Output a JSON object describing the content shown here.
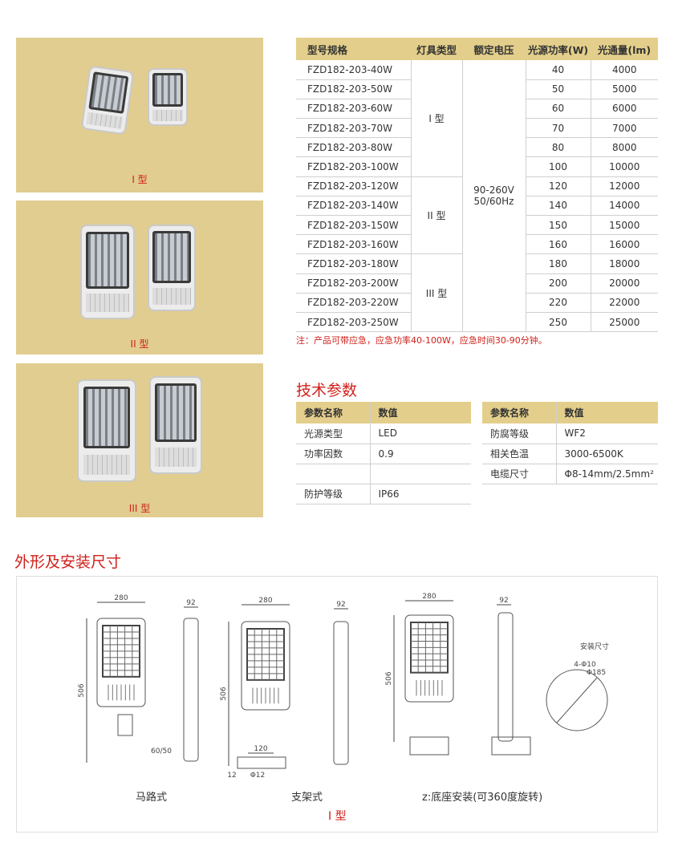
{
  "panels": [
    {
      "caption": "I 型"
    },
    {
      "caption": "II 型"
    },
    {
      "caption": "III 型"
    }
  ],
  "spec_table": {
    "headers": [
      "型号规格",
      "灯具类型",
      "额定电压",
      "光源功率(W)",
      "光通量(lm)"
    ],
    "voltage": [
      "90-260V",
      "50/60Hz"
    ],
    "groups": [
      {
        "type": "I 型",
        "span": 6
      },
      {
        "type": "II 型",
        "span": 4
      },
      {
        "type": "III 型",
        "span": 4
      }
    ],
    "rows": [
      {
        "model": "FZD182-203-40W",
        "power": "40",
        "flux": "4000"
      },
      {
        "model": "FZD182-203-50W",
        "power": "50",
        "flux": "5000"
      },
      {
        "model": "FZD182-203-60W",
        "power": "60",
        "flux": "6000"
      },
      {
        "model": "FZD182-203-70W",
        "power": "70",
        "flux": "7000"
      },
      {
        "model": "FZD182-203-80W",
        "power": "80",
        "flux": "8000"
      },
      {
        "model": "FZD182-203-100W",
        "power": "100",
        "flux": "10000"
      },
      {
        "model": "FZD182-203-120W",
        "power": "120",
        "flux": "12000"
      },
      {
        "model": "FZD182-203-140W",
        "power": "140",
        "flux": "14000"
      },
      {
        "model": "FZD182-203-150W",
        "power": "150",
        "flux": "15000"
      },
      {
        "model": "FZD182-203-160W",
        "power": "160",
        "flux": "16000"
      },
      {
        "model": "FZD182-203-180W",
        "power": "180",
        "flux": "18000"
      },
      {
        "model": "FZD182-203-200W",
        "power": "200",
        "flux": "20000"
      },
      {
        "model": "FZD182-203-220W",
        "power": "220",
        "flux": "22000"
      },
      {
        "model": "FZD182-203-250W",
        "power": "250",
        "flux": "25000"
      }
    ],
    "note": "注：产品可带应急，应急功率40-100W，应急时间30-90分钟。"
  },
  "tech": {
    "title": "技术参数",
    "headers": [
      "参数名称",
      "数值"
    ],
    "left": [
      [
        "光源类型",
        "LED"
      ],
      [
        "功率因数",
        "0.9"
      ],
      [
        "",
        ""
      ],
      [
        "防护等级",
        "IP66"
      ]
    ],
    "right": [
      [
        "防腐等级",
        "WF2"
      ],
      [
        "相关色温",
        "3000-6500K"
      ],
      [
        "电缆尺寸",
        "Φ8-14mm/2.5mm²"
      ]
    ]
  },
  "dims": {
    "title": "外形及安装尺寸",
    "width": "280",
    "depth": "92",
    "height": "506",
    "pole": "60/50",
    "bracket_spacing": "120",
    "bracket_hole": "Φ12",
    "bracket_thk": "12",
    "mount_title": "安装尺寸",
    "mount_holes": "4-Φ10",
    "mount_dia": "Φ185",
    "labels": [
      "马路式",
      "支架式",
      "z:底座安装(可360度旋转)"
    ],
    "type_label": "I 型"
  }
}
